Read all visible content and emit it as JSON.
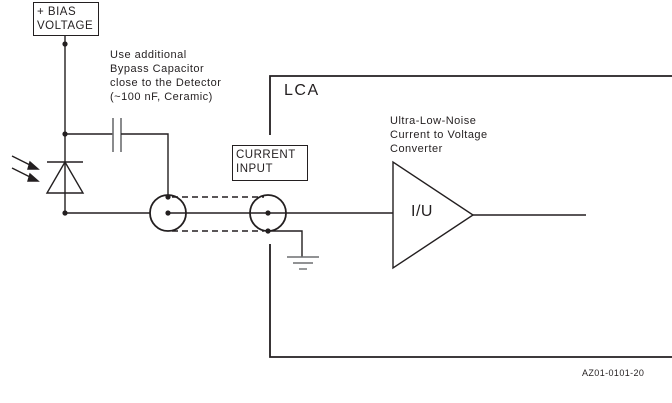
{
  "diagram": {
    "bias_box": {
      "line1": "+ BIAS",
      "line2": "VOLTAGE"
    },
    "capacitor_note": {
      "line1": "Use additional",
      "line2": "Bypass Capacitor",
      "line3": "close to the Detector",
      "line4": "(~100 nF, Ceramic)"
    },
    "lca_label": "LCA",
    "current_input_box": {
      "line1": "CURRENT",
      "line2": "INPUT"
    },
    "converter_note": {
      "line1": "Ultra-Low-Noise",
      "line2": "Current to Voltage",
      "line3": "Converter"
    },
    "amplifier_label": "I/U",
    "figure_code": "AZ01-0101-20",
    "components": [
      "photodiode",
      "bypass-capacitor",
      "coaxial-cable",
      "bnc-connector",
      "ground",
      "current-to-voltage-amplifier"
    ],
    "colors": {
      "line": "#231f20",
      "background": "#ffffff"
    }
  }
}
